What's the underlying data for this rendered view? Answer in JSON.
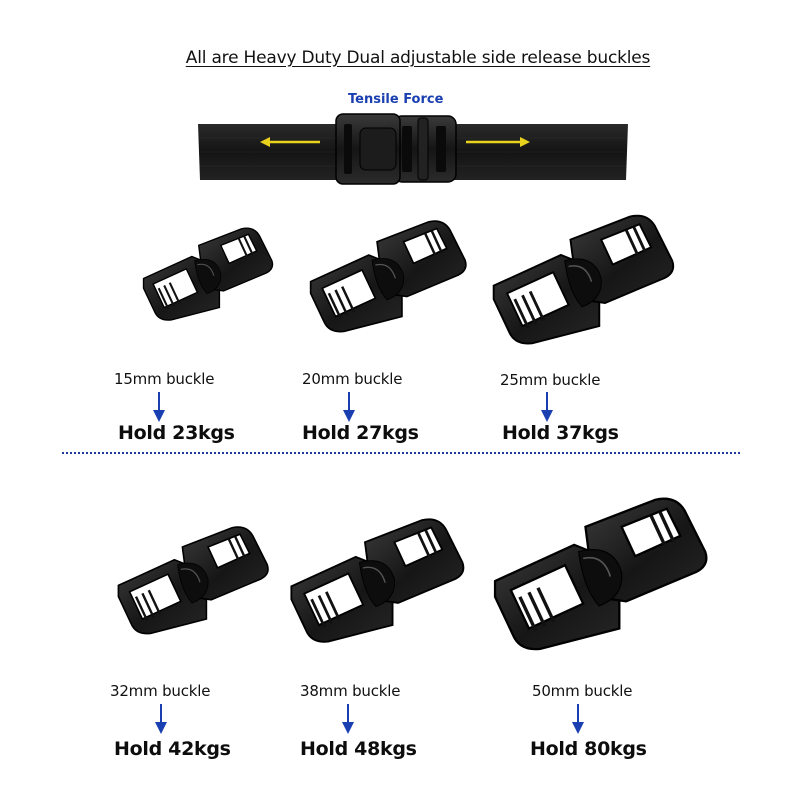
{
  "header": {
    "title": "All are Heavy Duty Dual adjustable side release buckles",
    "tensile_label": "Tensile Force"
  },
  "colors": {
    "arrow_blue": "#1a3fb0",
    "force_arrow_yellow": "#e8d21c",
    "buckle_black": "#111111"
  },
  "buckles": [
    {
      "size": "15mm buckle",
      "hold": "Hold 23kgs"
    },
    {
      "size": "20mm buckle",
      "hold": "Hold 27kgs"
    },
    {
      "size": "25mm buckle",
      "hold": "Hold 37kgs"
    },
    {
      "size": "32mm buckle",
      "hold": "Hold 42kgs"
    },
    {
      "size": "38mm buckle",
      "hold": "Hold 48kgs"
    },
    {
      "size": "50mm buckle",
      "hold": "Hold 80kgs"
    }
  ]
}
